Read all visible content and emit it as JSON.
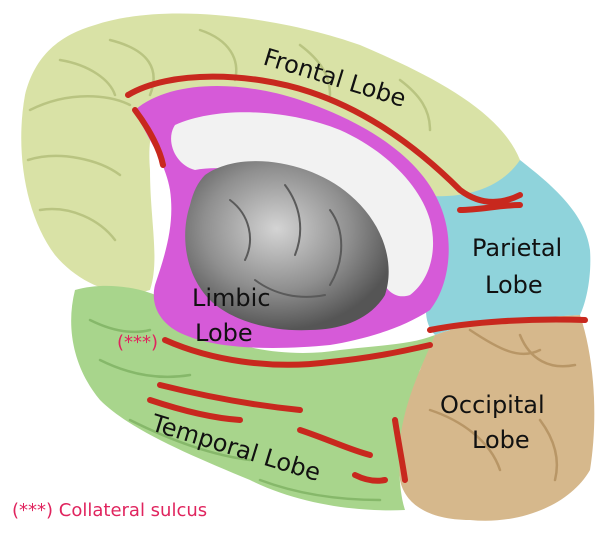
{
  "lobes": {
    "frontal": {
      "label": "Frontal Lobe",
      "color": "#d9e2a6"
    },
    "parietal": {
      "label_line1": "Parietal",
      "label_line2": "Lobe",
      "color": "#8fd3db"
    },
    "limbic": {
      "label_line1": "Limbic",
      "label_line2": "Lobe",
      "color": "#d65ad8"
    },
    "occipital": {
      "label_line1": "Occipital",
      "label_line2": "Lobe",
      "color": "#d6b88c"
    },
    "temporal": {
      "label": "Temporal Lobe",
      "color": "#a8d58c"
    }
  },
  "annotations": {
    "marker": "(***)",
    "footnote": "(***) Collateral sulcus",
    "accent_color": "#e0245e"
  },
  "colors": {
    "sulcus": "#c8281e",
    "white_matter": "#f2f2f2",
    "subcortex": "#8a8a8a"
  }
}
